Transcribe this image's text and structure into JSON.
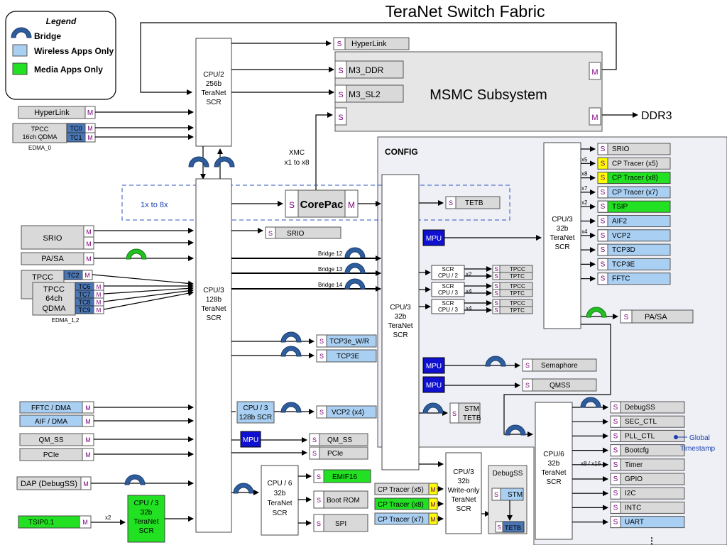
{
  "title": "TeraNet Switch Fabric",
  "legend": {
    "title": "Legend",
    "bridge": "Bridge",
    "wireless": "Wireless Apps Only",
    "media": "Media Apps Only"
  },
  "colors": {
    "wireless": "#a9cff2",
    "media": "#22e122",
    "mpu": "#1010d0",
    "tc": "#4a76b5",
    "cp_yellow": "#ffff00",
    "bridge": "#2e5d9e",
    "bridge_media": "#22c022",
    "config_bg": "#eef0f6"
  },
  "ports": {
    "s": "S",
    "m": "M"
  },
  "fabric": {
    "cpu2_256": [
      "CPU/2",
      "256b",
      "TeraNet",
      "SCR"
    ],
    "cpu3_128": [
      "CPU/3",
      "128b",
      "TeraNet",
      "SCR"
    ],
    "cpu3_32_config": [
      "CPU/3",
      "32b",
      "TeraNet",
      "SCR"
    ],
    "cpu3_32_right": [
      "CPU/3",
      "32b",
      "TeraNet",
      "SCR"
    ],
    "cpu6_32_right": [
      "CPU/6",
      "32b",
      "TeraNet",
      "SCR"
    ],
    "cpu6_32_bottom": [
      "CPU / 6",
      "32b",
      "TeraNet",
      "SCR"
    ],
    "cpu3_128_scr": [
      "CPU / 3",
      "128b SCR"
    ],
    "cpu3_writeonly": [
      "CPU/3",
      "32b",
      "Write-only",
      "TeraNet",
      "SCR"
    ],
    "cpu3_green": [
      "CPU / 3",
      "32b",
      "TeraNet",
      "SCR"
    ]
  },
  "msmc": {
    "label": "MSMC Subsystem",
    "m3_ddr": "M3_DDR",
    "m3_sl2": "M3_SL2",
    "ddr3": "DDR3",
    "hyperlink_top": "HyperLink"
  },
  "config": {
    "label": "CONFIG"
  },
  "corepac": {
    "label": "CorePac",
    "xmc": [
      "XMC",
      "x1 to x8"
    ],
    "one_to_eight": "1x to 8x"
  },
  "masters_left": {
    "hyperlink": "HyperLink",
    "tpcc16": [
      "TPCC",
      "16ch QDMA"
    ],
    "tc0": "TC0",
    "tc1": "TC1",
    "edma0": "EDMA_0",
    "srio": "SRIO",
    "pasa": "PA/SA",
    "tpcc64_back": "TPCC",
    "tpcc64": [
      "TPCC",
      "64ch",
      "QDMA"
    ],
    "tc2": "TC2",
    "tc6": "TC6",
    "tc7": "TC7",
    "tc8": "TC8",
    "tc9": "TC9",
    "edma12": "EDMA_1,2",
    "fftc_dma": "FFTC / DMA",
    "aif_dma": "AIF / DMA",
    "qm_ss": "QM_SS",
    "pcie": "PCIe",
    "dap": "DAP (DebugSS)",
    "tsip01": "TSIP0.1",
    "x2": "x2"
  },
  "slaves_mid": {
    "srio": "SRIO",
    "tetb": "TETB",
    "bridge12": "Bridge 12",
    "bridge13": "Bridge 13",
    "bridge14": "Bridge 14",
    "tcp3e_wr": "TCP3e_W/R",
    "tcp3e": "TCP3E",
    "vcp2_x4": "VCP2 (x4)",
    "qm_ss": "QM_SS",
    "pcie": "PCIe",
    "emif16": "EMIF16",
    "boot_rom": "Boot ROM",
    "spi": "SPI",
    "mpu": "MPU",
    "stm": "STM",
    "stm_tetb": "TETB",
    "semaphore": "Semaphore",
    "qmss": "QMSS"
  },
  "scr_small": [
    {
      "line1": "SCR",
      "line2": "CPU / 2",
      "mult": "x2"
    },
    {
      "line1": "SCR",
      "line2": "CPU / 3",
      "mult": "x4"
    },
    {
      "line1": "SCR",
      "line2": "CPU / 3",
      "mult": "x4"
    }
  ],
  "tpcc_tptc": {
    "tpcc": "TPCC",
    "tptc": "TPTC"
  },
  "right_slaves": [
    {
      "label": "SRIO",
      "color": "gray",
      "mult": ""
    },
    {
      "label": "CP Tracer (x5)",
      "color": "gray",
      "mult": "x5",
      "yellow": true
    },
    {
      "label": "CP Tracer (x8)",
      "color": "green",
      "mult": "x8",
      "yellow": true
    },
    {
      "label": "CP Tracer (x7)",
      "color": "blue",
      "mult": "x7"
    },
    {
      "label": "TSIP",
      "color": "green",
      "mult": "x2"
    },
    {
      "label": "AIF2",
      "color": "blue",
      "mult": ""
    },
    {
      "label": "VCP2",
      "color": "blue",
      "mult": "x4"
    },
    {
      "label": "TCP3D",
      "color": "blue",
      "mult": ""
    },
    {
      "label": "TCP3E",
      "color": "blue",
      "mult": ""
    },
    {
      "label": "FFTC",
      "color": "blue",
      "mult": ""
    }
  ],
  "pasa_right": "PA/SA",
  "bottom_right_slaves": [
    {
      "label": "DebugSS",
      "color": "gray"
    },
    {
      "label": "SEC_CTL",
      "color": "gray"
    },
    {
      "label": "PLL_CTL",
      "color": "gray"
    },
    {
      "label": "Bootcfg",
      "color": "gray"
    },
    {
      "label": "Timer",
      "color": "gray"
    },
    {
      "label": "GPIO",
      "color": "gray"
    },
    {
      "label": "I2C",
      "color": "gray"
    },
    {
      "label": "INTC",
      "color": "gray"
    },
    {
      "label": "UART",
      "color": "blue"
    }
  ],
  "timer_mult": "x8 / x16",
  "global_timestamp": [
    "Global",
    "Timestamp"
  ],
  "cp_tracer_bottom": [
    {
      "label": "CP Tracer (x5)",
      "color": "gray"
    },
    {
      "label": "CP Tracer (x8)",
      "color": "green"
    },
    {
      "label": "CP Tracer (x7)",
      "color": "blue"
    }
  ],
  "debugss_box": {
    "label": "DebugSS",
    "stm": "STM",
    "tetb": "TETB"
  },
  "ellipsis": "⋮"
}
